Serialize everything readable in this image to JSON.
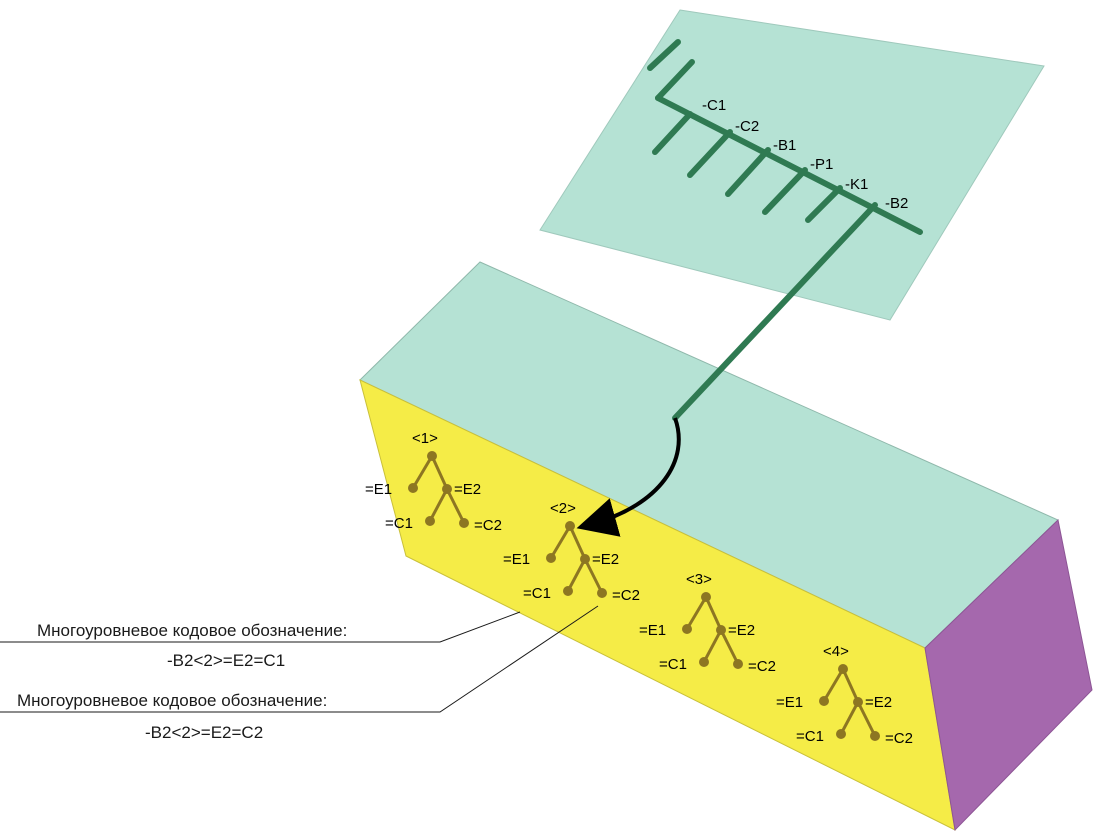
{
  "colors": {
    "plate": "#b5e2d4",
    "box_top": "#b5e2d4",
    "box_front": "#f5ec47",
    "box_side": "#a568ad",
    "bus": "#2f7a52",
    "tree": "#8d7622",
    "arrow": "#000000"
  },
  "schematic": {
    "labels": [
      "-C1",
      "-C2",
      "-B1",
      "-P1",
      "-K1",
      "-B2"
    ]
  },
  "trees": [
    {
      "id": "<1>",
      "left": "=E1",
      "right": "=E2",
      "sub_left": "=C1",
      "sub_right": "=C2"
    },
    {
      "id": "<2>",
      "left": "=E1",
      "right": "=E2",
      "sub_left": "=C1",
      "sub_right": "=C2"
    },
    {
      "id": "<3>",
      "left": "=E1",
      "right": "=E2",
      "sub_left": "=C1",
      "sub_right": "=C2"
    },
    {
      "id": "<4>",
      "left": "=E1",
      "right": "=E2",
      "sub_left": "=C1",
      "sub_right": "=C2"
    }
  ],
  "callouts": [
    {
      "title": "Многоуровневое кодовое обозначение:",
      "code": "-B2<2>=E2=C1"
    },
    {
      "title": "Многоуровневое кодовое обозначение:",
      "code": "-B2<2>=E2=C2"
    }
  ]
}
